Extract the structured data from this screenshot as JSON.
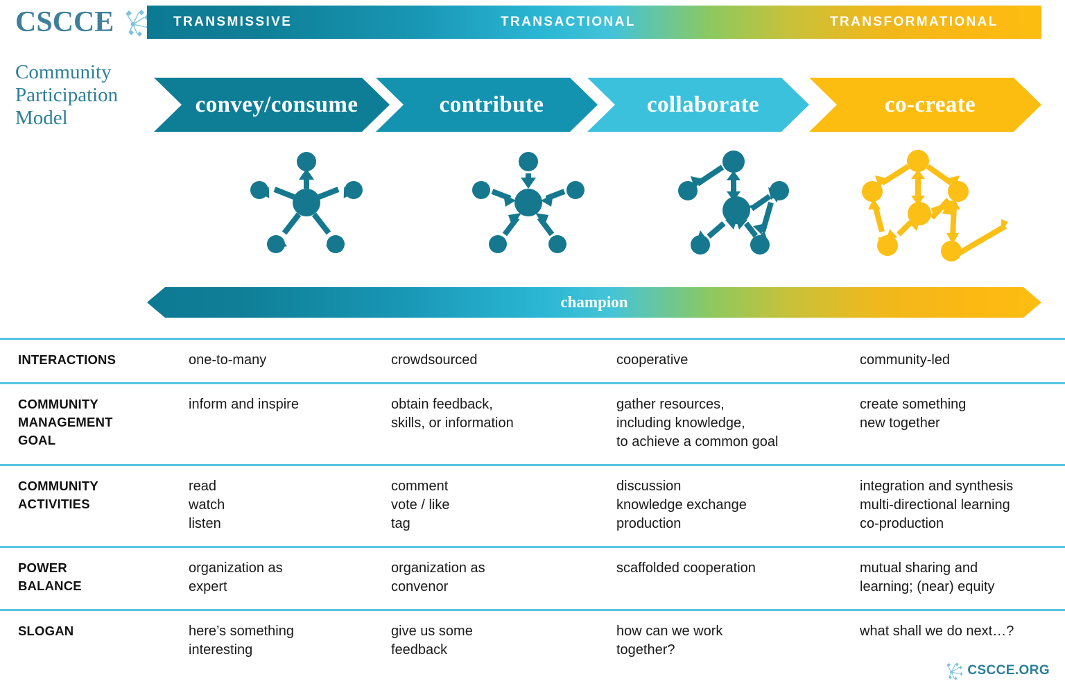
{
  "brand": {
    "wordmark": "CSCCE",
    "mark_icon": "cscce-network-logo-icon",
    "model_title_line1": "Community",
    "model_title_line2": "Participation",
    "model_title_line3": "Model"
  },
  "spectrum": {
    "labels": [
      "TRANSMISSIVE",
      "TRANSACTIONAL",
      "TRANSFORMATIONAL"
    ],
    "gradient_start": "#0d7a93",
    "gradient_mid": "#2ab6d4",
    "gradient_end": "#fdbd10"
  },
  "stages": [
    {
      "label": "convey/consume",
      "color": "#0e7e96",
      "diagram_icon": "network-outward-broadcast-icon"
    },
    {
      "label": "contribute",
      "color": "#1393b0",
      "diagram_icon": "network-inward-collect-icon"
    },
    {
      "label": "collaborate",
      "color": "#3cc1dd",
      "diagram_icon": "network-bidirectional-icon"
    },
    {
      "label": "co-create",
      "color": "#fdbd10",
      "diagram_icon": "network-multidirectional-open-icon"
    }
  ],
  "champion": {
    "label": "champion"
  },
  "table": {
    "rows": [
      {
        "label_lines": [
          "INTERACTIONS"
        ],
        "cells": [
          [
            "one-to-many"
          ],
          [
            "crowdsourced"
          ],
          [
            "cooperative"
          ],
          [
            "community-led"
          ]
        ]
      },
      {
        "label_lines": [
          "COMMUNITY",
          "MANAGEMENT",
          "GOAL"
        ],
        "cells": [
          [
            "inform and inspire"
          ],
          [
            "obtain feedback,",
            "skills, or information"
          ],
          [
            "gather resources,",
            "including knowledge,",
            "to achieve a common goal"
          ],
          [
            "create something",
            "new together"
          ]
        ]
      },
      {
        "label_lines": [
          "COMMUNITY",
          "ACTIVITIES"
        ],
        "cells": [
          [
            "read",
            "watch",
            "listen"
          ],
          [
            "comment",
            "vote / like",
            "tag"
          ],
          [
            "discussion",
            "knowledge exchange",
            "production"
          ],
          [
            "integration and synthesis",
            "multi-directional learning",
            "co-production"
          ]
        ]
      },
      {
        "label_lines": [
          "POWER",
          "BALANCE"
        ],
        "cells": [
          [
            "organization as",
            "expert"
          ],
          [
            "organization as",
            "convenor"
          ],
          [
            "scaffolded cooperation"
          ],
          [
            "mutual sharing and",
            "learning; (near) equity"
          ]
        ]
      },
      {
        "label_lines": [
          "SLOGAN"
        ],
        "cells": [
          [
            "here’s something",
            "interesting"
          ],
          [
            "give us some",
            "feedback"
          ],
          [
            "how can we work",
            "together?"
          ],
          [
            "what shall we do next…?"
          ]
        ]
      }
    ]
  },
  "footer": {
    "text": "CSCCE.ORG",
    "mark_icon": "cscce-network-logo-icon"
  }
}
